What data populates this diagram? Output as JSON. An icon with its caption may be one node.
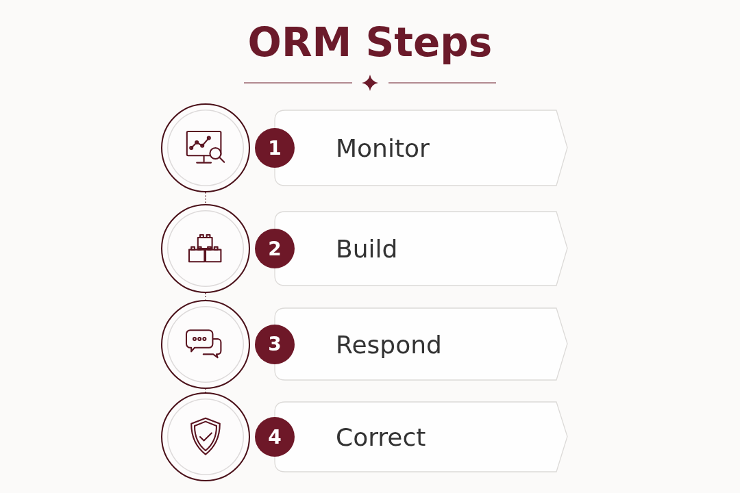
{
  "diagram": {
    "title": "ORM Steps",
    "nodes": [
      {
        "text": [],
        "shape": "circle"
      },
      {
        "text": [
          "1"
        ]
      },
      {
        "text": [
          "Monitor"
        ]
      },
      {
        "text": [],
        "shape": "circle"
      },
      {
        "text": [
          "2"
        ]
      },
      {
        "text": [
          "Build"
        ]
      },
      {
        "text": [],
        "shape": "circle"
      },
      {
        "text": [
          "3"
        ]
      },
      {
        "text": [
          "Respond"
        ]
      },
      {
        "text": [],
        "shape": "circle"
      },
      {
        "text": [
          "4"
        ]
      },
      {
        "text": [
          "Correct"
        ]
      }
    ],
    "edges": [
      {
        "from": 0,
        "to": 3,
        "arrow": "none",
        "style": "dashed"
      },
      {
        "from": 3,
        "to": 6,
        "arrow": "none",
        "style": "dashed"
      },
      {
        "from": 6,
        "to": 9,
        "arrow": "none",
        "style": "dashed"
      }
    ]
  }
}
